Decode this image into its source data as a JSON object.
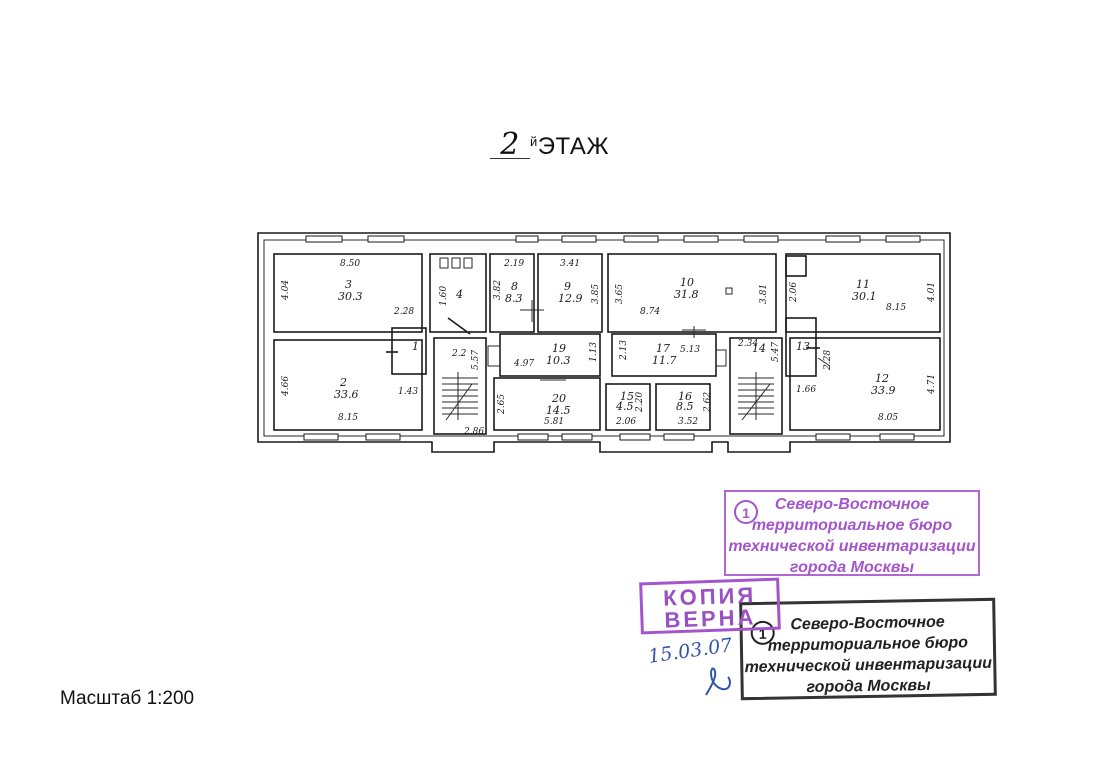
{
  "title": {
    "number": "2",
    "suffix": "й",
    "text": "ЭТАЖ"
  },
  "scale": "Масштаб 1:200",
  "rooms": [
    {
      "id": "1",
      "area": ""
    },
    {
      "id": "2",
      "area": "33.6"
    },
    {
      "id": "3",
      "area": "30.3"
    },
    {
      "id": "4",
      "area": ""
    },
    {
      "id": "8",
      "area": "8.3"
    },
    {
      "id": "9",
      "area": "12.9"
    },
    {
      "id": "10",
      "area": "31.8"
    },
    {
      "id": "11",
      "area": "30.1"
    },
    {
      "id": "12",
      "area": "33.9"
    },
    {
      "id": "13",
      "area": ""
    },
    {
      "id": "14",
      "area": ""
    },
    {
      "id": "15",
      "area": "4.5"
    },
    {
      "id": "16",
      "area": "8.5"
    },
    {
      "id": "17",
      "area": "11.7"
    },
    {
      "id": "19",
      "area": "10.3"
    },
    {
      "id": "20",
      "area": "14.5"
    }
  ],
  "dimensions": [
    "8.50",
    "4.04",
    "2.28",
    "4.66",
    "1.43",
    "8.15",
    "1.60",
    "2.2",
    "5.57",
    "2.19",
    "3.82",
    "3.41",
    "3.85",
    "3.65",
    "8.74",
    "3.81",
    "2.06",
    "4.01",
    "8.15",
    "4.97",
    "1.13",
    "2.13",
    "5.13",
    "2.34",
    "5.47",
    "2.28",
    "4.71",
    "1.66",
    "8.05",
    "2.65",
    "5.81",
    "2.20",
    "2.06",
    "2.62",
    "3.52",
    "2.86"
  ],
  "stamps": {
    "bureau_top": {
      "circle": "1",
      "lines": [
        "Северо-Восточное",
        "территориальное бюро",
        "технической инвентаризации",
        "города Москвы"
      ]
    },
    "kopia": [
      "КОПИЯ",
      "ВЕРНА"
    ],
    "bureau_bottom": {
      "circle": "1",
      "lines": [
        "Северо-Восточное",
        "территориальное бюро",
        "технической инвентаризации",
        "города Москвы"
      ]
    }
  },
  "handwritten_date": "15.03.07"
}
